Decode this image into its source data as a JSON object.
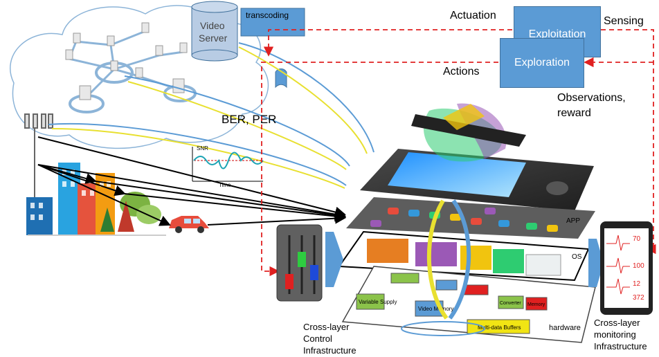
{
  "cloud": {
    "server_label_line1": "Video",
    "server_label_line2": "Server",
    "transcoding": "transcoding"
  },
  "metrics": {
    "ber_per": "BER, PER"
  },
  "snr_plot": {
    "ylabel": "SNR",
    "xlabel": "Time"
  },
  "rl": {
    "exploitation": "Exploitation",
    "exploration": "Exploration",
    "actuation": "Actuation",
    "sensing": "Sensing",
    "actions": "Actions",
    "observations_line1": "Observations,",
    "observations_line2": "reward"
  },
  "stack": {
    "app": "APP",
    "os": "OS",
    "hardware": "hardware",
    "hw_blocks": [
      "Variable Supply",
      "Video Memory",
      "Multi-data Buffers",
      "Memory",
      "Converter"
    ]
  },
  "control": {
    "line1": "Cross-layer",
    "line2": "Control",
    "line3": "Infrastructure"
  },
  "monitoring": {
    "line1": "Cross-layer",
    "line2": "monitoring",
    "line3": "Infrastructure",
    "readings": [
      "70",
      "100",
      "12",
      "372"
    ]
  },
  "colors": {
    "accent": "#5b9bd5",
    "feedback": "#e02020",
    "cloud": "#8cb4d8"
  }
}
